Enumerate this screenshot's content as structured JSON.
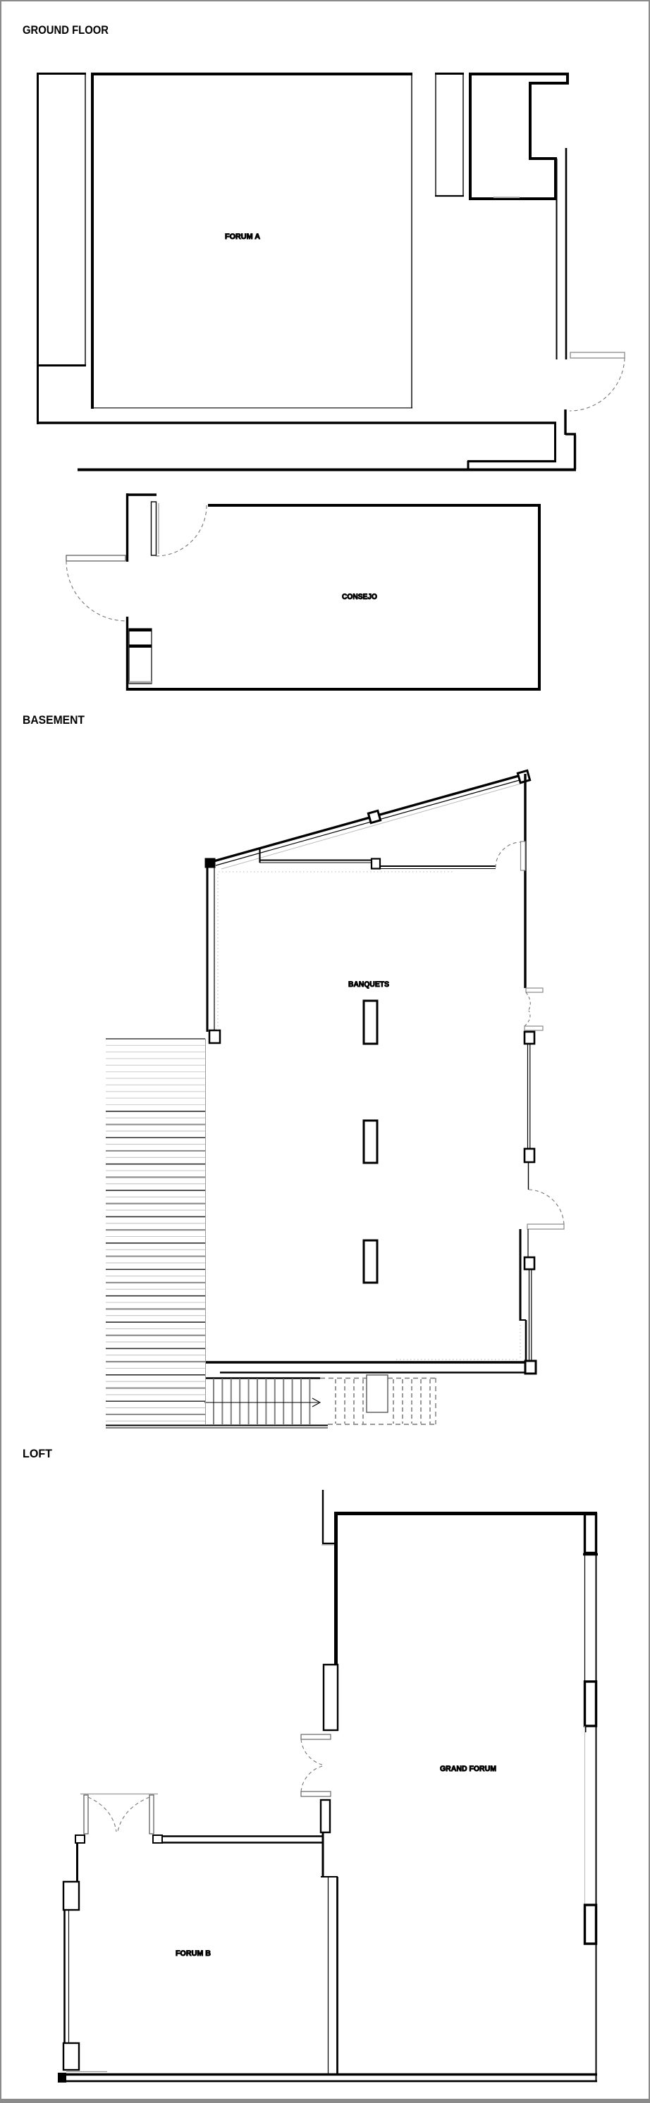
{
  "page": {
    "background_color": "#ffffff",
    "border_color": "#8b8b8b",
    "line_color": "#000000"
  },
  "sections": [
    {
      "label": "GROUND FLOOR",
      "rooms": [
        {
          "name": "FORUM A"
        },
        {
          "name": "CONSEJO"
        }
      ]
    },
    {
      "label": "BASEMENT",
      "rooms": [
        {
          "name": "BANQUETS"
        }
      ]
    },
    {
      "label": "LOFT",
      "rooms": [
        {
          "name": "GRAND FORUM"
        },
        {
          "name": "FORUM B"
        }
      ]
    }
  ]
}
